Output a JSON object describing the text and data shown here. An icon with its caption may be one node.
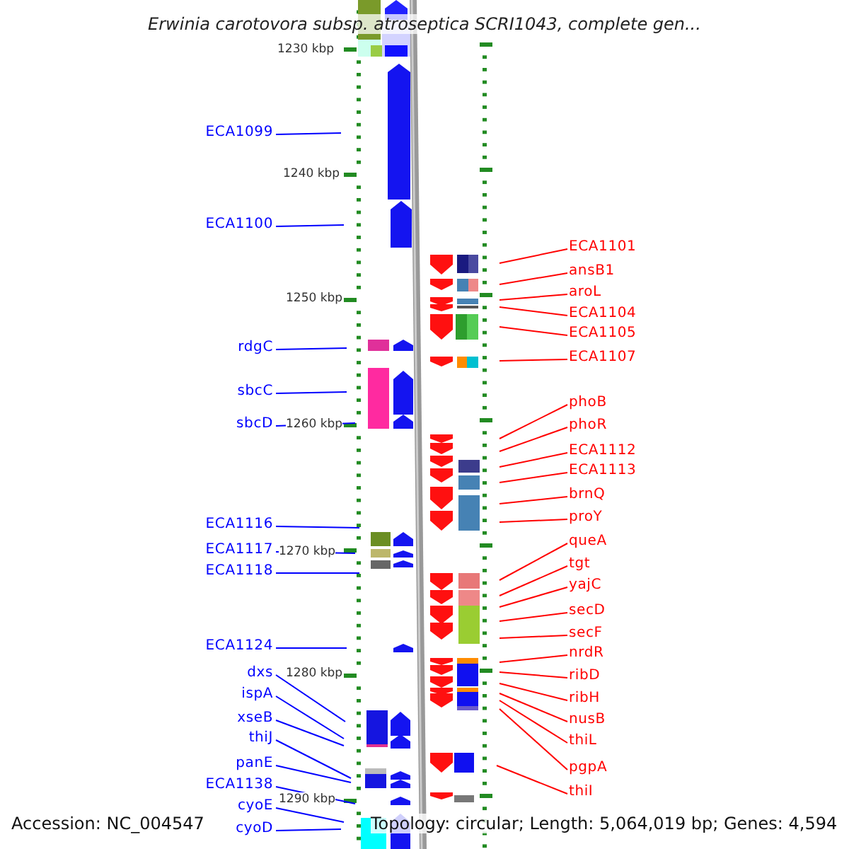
{
  "diagram": {
    "title": "Erwinia carotovora subsp. atroseptica SCRI1043, complete gen...",
    "nodes": [
      {
        "text": [
          "ECA1099"
        ]
      },
      {
        "text": [
          "ECA1100"
        ]
      },
      {
        "text": [
          "rdgC"
        ]
      },
      {
        "text": [
          "sbcC"
        ]
      },
      {
        "text": [
          "sbcD"
        ]
      },
      {
        "text": [
          "ECA1116"
        ]
      },
      {
        "text": [
          "ECA1117"
        ]
      },
      {
        "text": [
          "ECA1118"
        ]
      },
      {
        "text": [
          "ECA1124"
        ]
      },
      {
        "text": [
          "dxs"
        ]
      },
      {
        "text": [
          "ispA"
        ]
      },
      {
        "text": [
          "xseB"
        ]
      },
      {
        "text": [
          "thiJ"
        ]
      },
      {
        "text": [
          "panE"
        ]
      },
      {
        "text": [
          "ECA1138"
        ]
      },
      {
        "text": [
          "cyoE"
        ]
      },
      {
        "text": [
          "cyoD"
        ]
      },
      {
        "text": [
          "ECA1101"
        ]
      },
      {
        "text": [
          "ansB1"
        ]
      },
      {
        "text": [
          "aroL"
        ]
      },
      {
        "text": [
          "ECA1104"
        ]
      },
      {
        "text": [
          "ECA1105"
        ]
      },
      {
        "text": [
          "ECA1107"
        ]
      },
      {
        "text": [
          "phoB"
        ]
      },
      {
        "text": [
          "phoR"
        ]
      },
      {
        "text": [
          "ECA1112"
        ]
      },
      {
        "text": [
          "ECA1113"
        ]
      },
      {
        "text": [
          "brnQ"
        ]
      },
      {
        "text": [
          "proY"
        ]
      },
      {
        "text": [
          "queA"
        ]
      },
      {
        "text": [
          "tgt"
        ]
      },
      {
        "text": [
          "yajC"
        ]
      },
      {
        "text": [
          "secD"
        ]
      },
      {
        "text": [
          "secF"
        ]
      },
      {
        "text": [
          "nrdR"
        ]
      },
      {
        "text": [
          "ribD"
        ]
      },
      {
        "text": [
          "ribH"
        ]
      },
      {
        "text": [
          "nusB"
        ]
      },
      {
        "text": [
          "thiL"
        ]
      },
      {
        "text": [
          "pgpA"
        ]
      },
      {
        "text": [
          "thiI"
        ]
      }
    ],
    "edges": [
      {
        "from": 0,
        "to": null,
        "arrow": "none",
        "color": "#0000ff"
      },
      {
        "from": 1,
        "to": null,
        "arrow": "none",
        "color": "#0000ff"
      },
      {
        "from": 2,
        "to": null,
        "arrow": "none",
        "color": "#0000ff"
      },
      {
        "from": 3,
        "to": null,
        "arrow": "none",
        "color": "#0000ff"
      },
      {
        "from": 4,
        "to": null,
        "arrow": "none",
        "color": "#0000ff"
      },
      {
        "from": 5,
        "to": null,
        "arrow": "none",
        "color": "#0000ff"
      },
      {
        "from": 6,
        "to": null,
        "arrow": "none",
        "color": "#0000ff"
      },
      {
        "from": 7,
        "to": null,
        "arrow": "none",
        "color": "#0000ff"
      },
      {
        "from": 8,
        "to": null,
        "arrow": "none",
        "color": "#0000ff"
      },
      {
        "from": 9,
        "to": null,
        "arrow": "none",
        "color": "#0000ff"
      },
      {
        "from": 10,
        "to": null,
        "arrow": "none",
        "color": "#0000ff"
      },
      {
        "from": 11,
        "to": null,
        "arrow": "none",
        "color": "#0000ff"
      },
      {
        "from": 12,
        "to": null,
        "arrow": "none",
        "color": "#0000ff"
      },
      {
        "from": 13,
        "to": null,
        "arrow": "none",
        "color": "#0000ff"
      },
      {
        "from": 14,
        "to": null,
        "arrow": "none",
        "color": "#0000ff"
      },
      {
        "from": 15,
        "to": null,
        "arrow": "none",
        "color": "#0000ff"
      },
      {
        "from": 16,
        "to": null,
        "arrow": "none",
        "color": "#0000ff"
      },
      {
        "from": 17,
        "to": null,
        "arrow": "none"
      },
      {
        "from": 18,
        "to": null,
        "arrow": "none"
      },
      {
        "from": 19,
        "to": null,
        "arrow": "none"
      },
      {
        "from": 20,
        "to": null,
        "arrow": "none"
      },
      {
        "from": 21,
        "to": null,
        "arrow": "none"
      },
      {
        "from": 22,
        "to": null,
        "arrow": "none"
      },
      {
        "from": 23,
        "to": null,
        "arrow": "none"
      },
      {
        "from": 24,
        "to": null,
        "arrow": "none"
      },
      {
        "from": 25,
        "to": null,
        "arrow": "none"
      },
      {
        "from": 26,
        "to": null,
        "arrow": "none"
      },
      {
        "from": 27,
        "to": null,
        "arrow": "none"
      },
      {
        "from": 28,
        "to": null,
        "arrow": "none"
      },
      {
        "from": 29,
        "to": null,
        "arrow": "none"
      },
      {
        "from": 30,
        "to": null,
        "arrow": "none"
      },
      {
        "from": 31,
        "to": null,
        "arrow": "none"
      },
      {
        "from": 32,
        "to": null,
        "arrow": "none"
      },
      {
        "from": 33,
        "to": null,
        "arrow": "none"
      },
      {
        "from": 34,
        "to": null,
        "arrow": "none"
      },
      {
        "from": 35,
        "to": null,
        "arrow": "none"
      },
      {
        "from": 36,
        "to": null,
        "arrow": "none"
      },
      {
        "from": 37,
        "to": null,
        "arrow": "none"
      },
      {
        "from": 38,
        "to": null,
        "arrow": "none"
      },
      {
        "from": 39,
        "to": null,
        "arrow": "none"
      },
      {
        "from": 40,
        "to": null,
        "arrow": "none"
      }
    ],
    "labels": [
      "1230 kbp",
      "1240 kbp",
      "1250 kbp",
      "1260 kbp",
      "1270 kbp",
      "1280 kbp",
      "1290 kbp",
      "Accession: NC_004547",
      "Topology: circular; Length: 5,064,019 bp; Genes: 4,594"
    ]
  }
}
